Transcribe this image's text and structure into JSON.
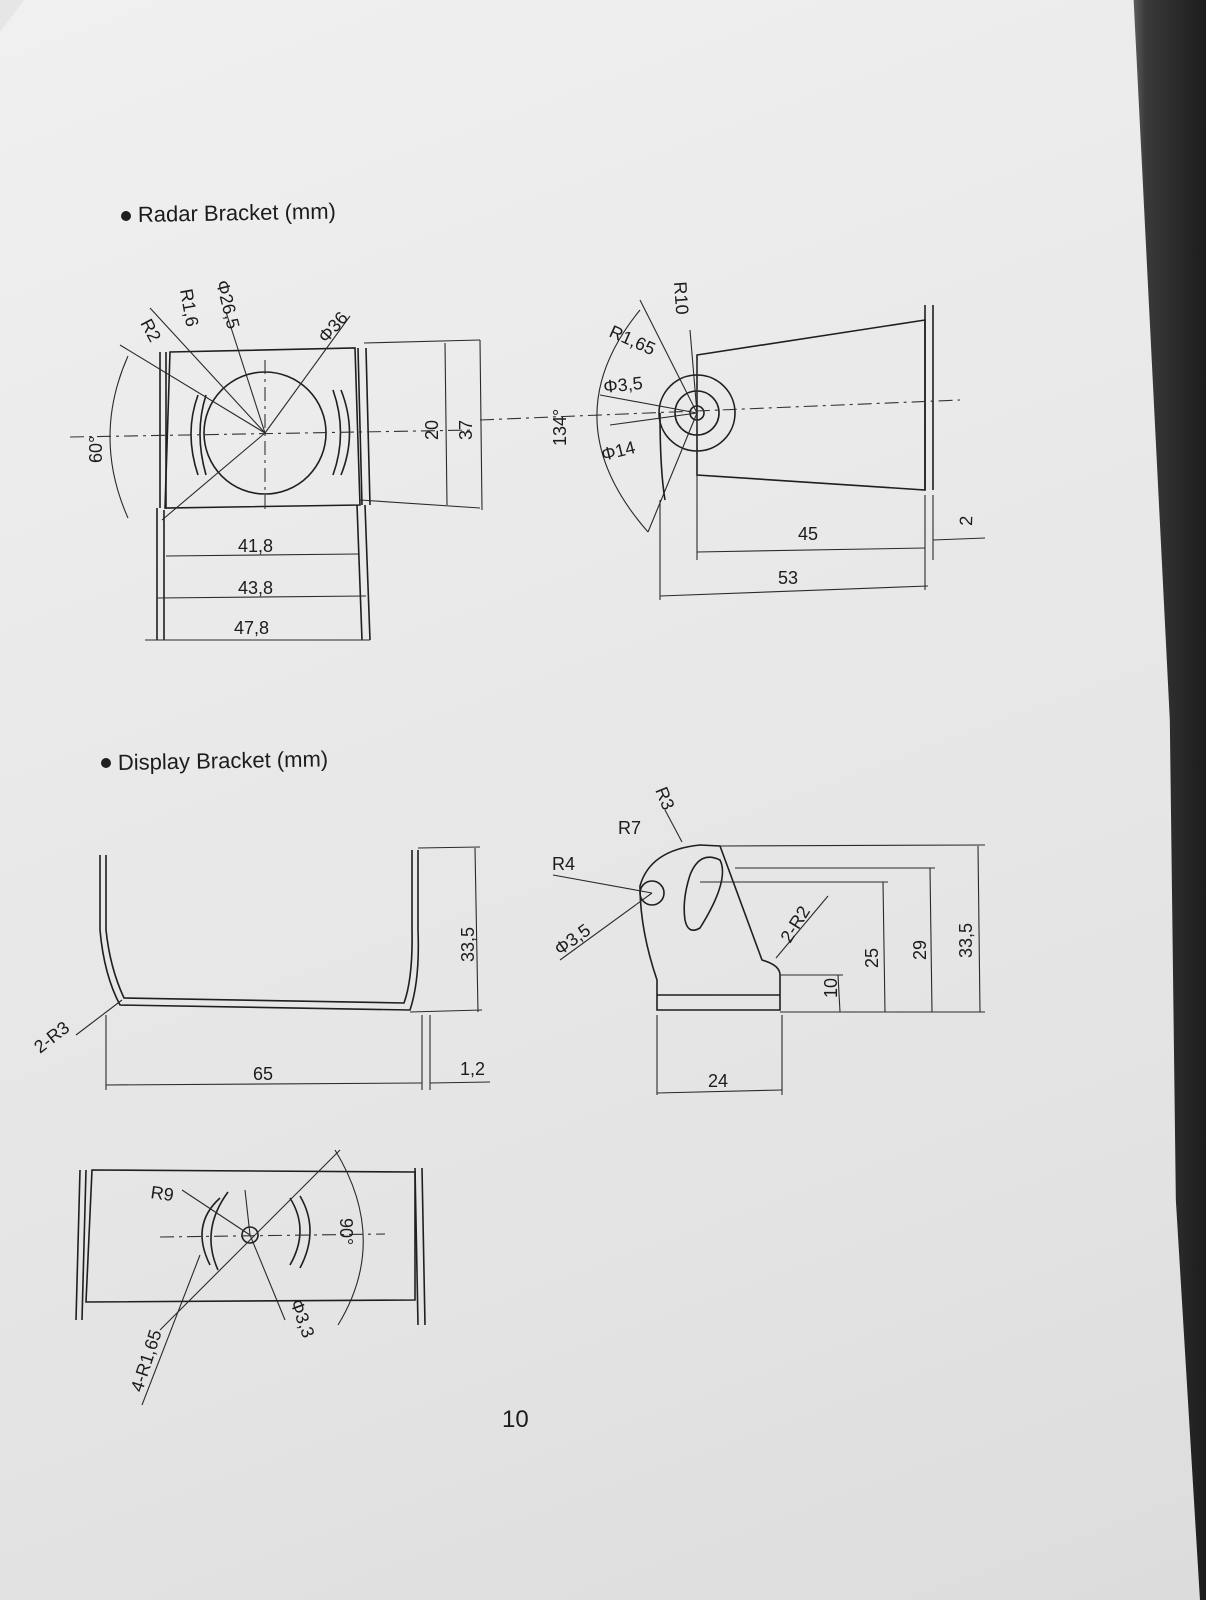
{
  "radar": {
    "heading": "Radar Bracket (mm)",
    "front": {
      "r2": "R2",
      "r16": "R1,6",
      "d265": "Φ26,5",
      "d36": "Φ36",
      "a60": "60°",
      "h20": "20",
      "h37": "37",
      "w418": "41,8",
      "w438": "43,8",
      "w478": "47,8"
    },
    "side": {
      "r10": "R10",
      "r165": "R1,65",
      "d35": "Φ3,5",
      "d14": "Φ14",
      "a134": "134°",
      "w45": "45",
      "w53": "53",
      "t2": "2"
    }
  },
  "display": {
    "heading": "Display Bracket (mm)",
    "front": {
      "r3": "2-R3",
      "w65": "65",
      "h335": "33,5",
      "t12": "1,2"
    },
    "side": {
      "r3": "R3",
      "r7": "R7",
      "r4": "R4",
      "d35": "Φ3,5",
      "r2": "2-R2",
      "h10": "10",
      "h25": "25",
      "h29": "29",
      "h335": "33,5",
      "w24": "24"
    },
    "bottom": {
      "r9": "R9",
      "r165": "4-R1,65",
      "d33": "Φ3,3",
      "a90": "90°"
    }
  },
  "page_number": "10",
  "colors": {
    "ink": "#1f1f1f",
    "paper": "#e9e9e9",
    "background": "#2b2b2b"
  }
}
